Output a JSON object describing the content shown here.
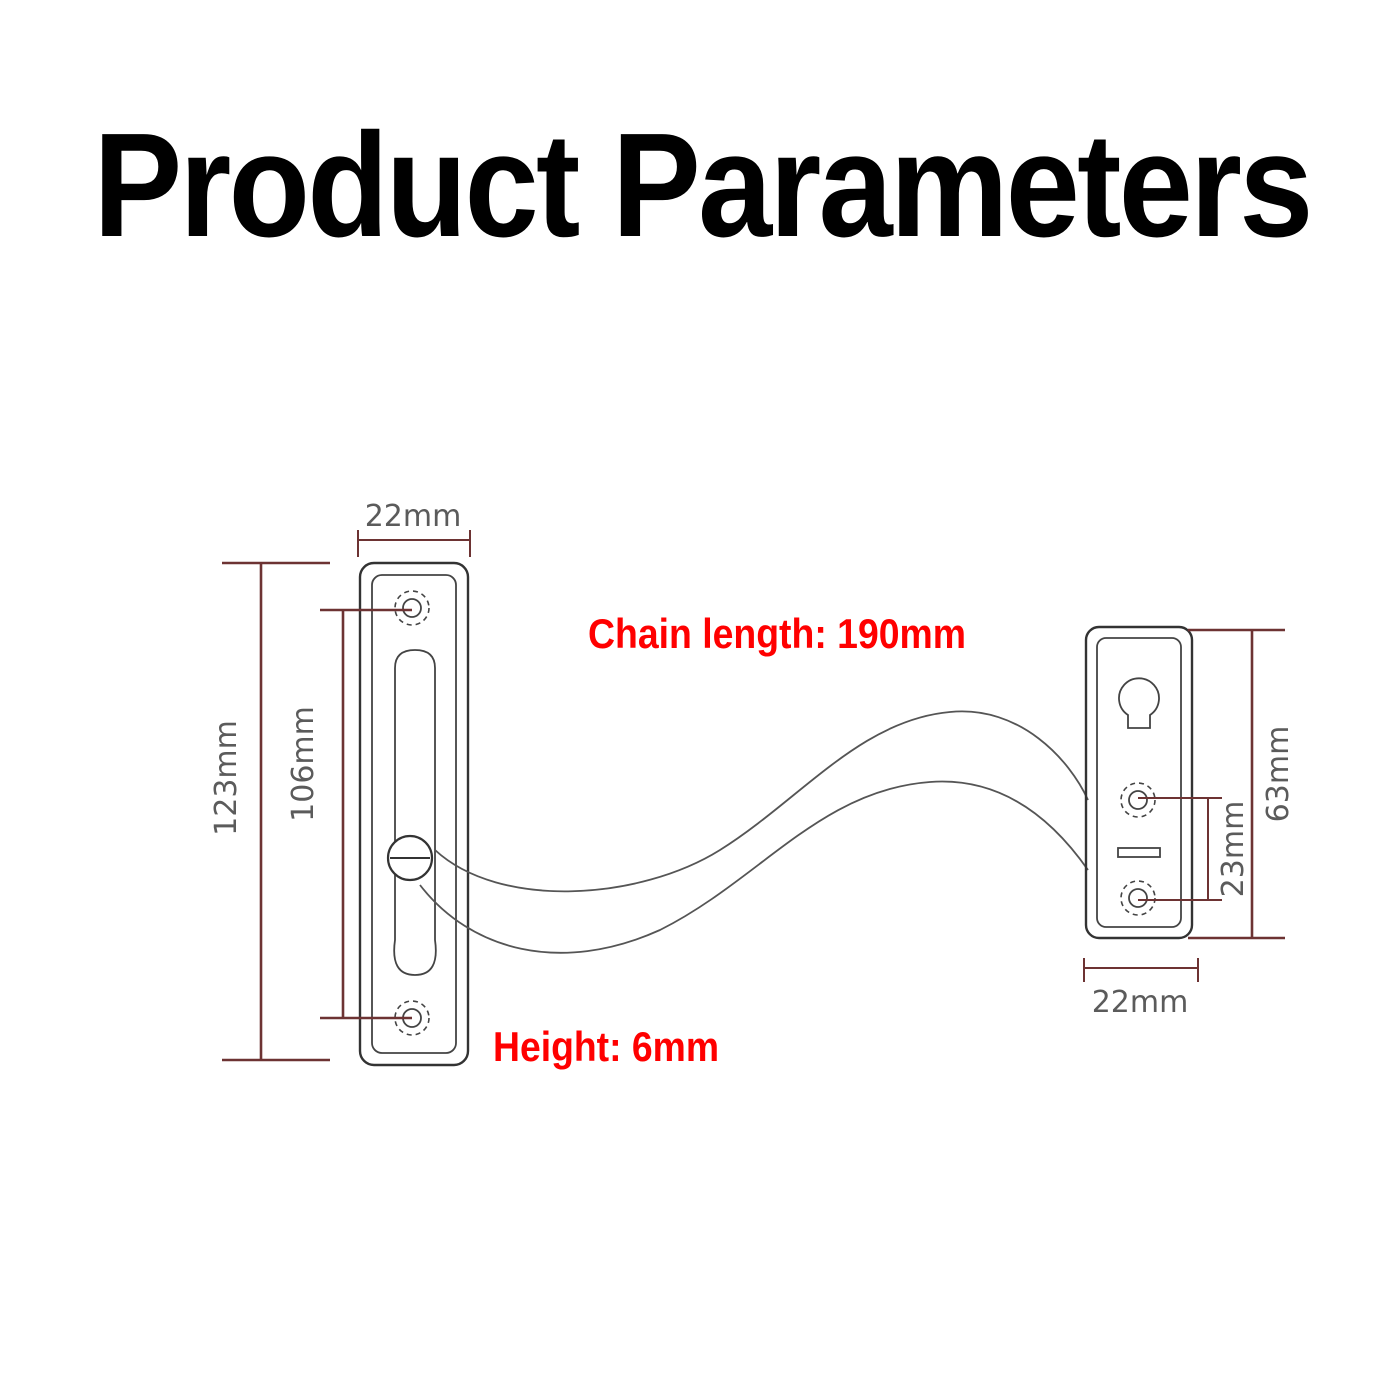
{
  "title": "Product Parameters",
  "colors": {
    "background": "#ffffff",
    "title": "#000000",
    "highlight_text": "#ff0000",
    "dimension_text": "#5b5b5b",
    "dimension_lines": "#6d3333",
    "outline": "#333333"
  },
  "left_plate": {
    "width_label": "22mm",
    "total_height_label": "123mm",
    "hole_spacing_label": "106mm"
  },
  "right_plate": {
    "width_label": "22mm",
    "height_label": "63mm",
    "hole_spacing_label": "23mm"
  },
  "annotations": {
    "chain_length": "Chain length: 190mm",
    "height": "Height: 6mm"
  }
}
